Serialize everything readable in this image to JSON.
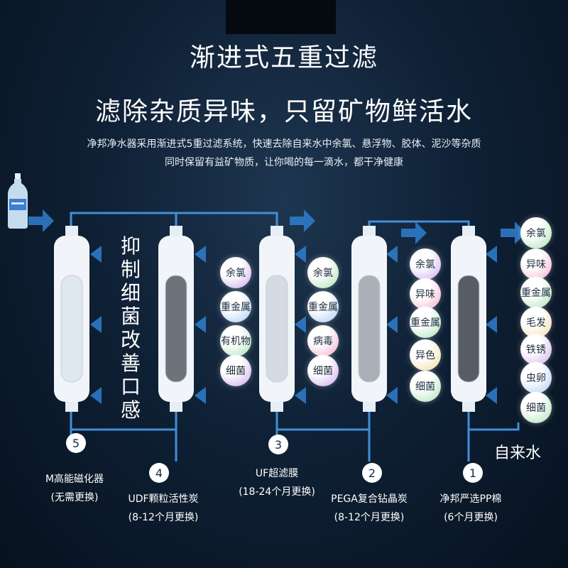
{
  "title": "渐进式五重过滤",
  "subtitle": "滤除杂质异味，只留矿物鲜活水",
  "description": [
    "净邦净水器采用渐进式5重过滤系统，快速去除自来水中余氯、悬浮物、胶体、泥沙等杂质",
    "同时保留有益矿物质，让你喝的每一滴水，都干净健康"
  ],
  "tap_water_label": "自来水",
  "vertical_text": {
    "col1": "抑制细菌",
    "col2": "改善口感"
  },
  "stages": [
    {
      "num": "1",
      "name": "净邦严选PP棉",
      "life": "(6个月更换)",
      "bubbles": [
        "余氯",
        "异味",
        "重金属",
        "毛发",
        "铁锈",
        "虫卵",
        "细菌"
      ]
    },
    {
      "num": "2",
      "name": "PEGA复合钻晶炭",
      "life": "(8-12个月更换)",
      "bubbles": [
        "余氯",
        "异味",
        "重金属",
        "异色",
        "细菌"
      ]
    },
    {
      "num": "3",
      "name": "UF超滤膜",
      "life": "(18-24个月更换)",
      "bubbles": [
        "余氯",
        "重金属",
        "病毒",
        "细菌"
      ]
    },
    {
      "num": "4",
      "name": "UDF颗粒活性炭",
      "life": "(8-12个月更换)",
      "bubbles": [
        "余氯",
        "重金属",
        "有机物",
        "细菌"
      ]
    },
    {
      "num": "5",
      "name": "M高能磁化器",
      "life": "(无需更换)",
      "bubbles": []
    }
  ],
  "colors": {
    "pipe": "#3f8fd8",
    "arrow": "#2f7fd0",
    "accent_purple": "#c9a6ea",
    "accent_pink": "#f2a6c8",
    "accent_green": "#a6e0b0",
    "accent_blue": "#a6c8f2",
    "accent_yellow": "#eed79a"
  }
}
